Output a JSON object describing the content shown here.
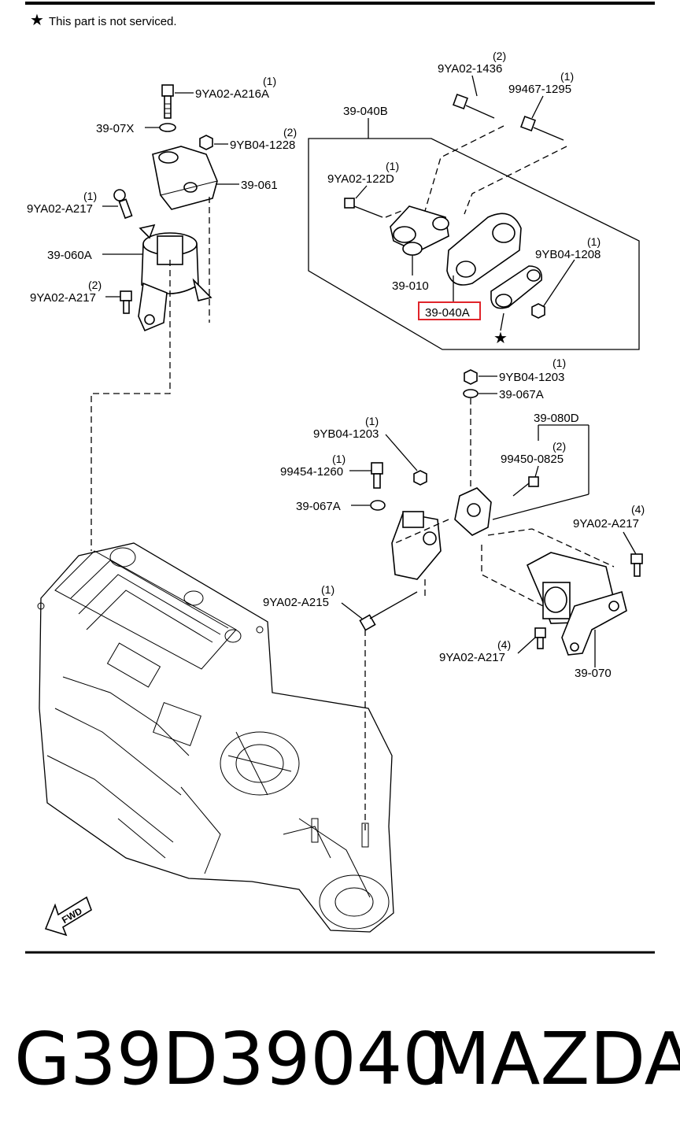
{
  "note": "This part is not serviced.",
  "labels": {
    "p_9ya02_a216a": "9YA02-A216A",
    "p_39_07x": "39-07X",
    "p_9yb04_1228": "9YB04-1228",
    "p_39_061": "39-061",
    "p_9ya02_a217_left": "9YA02-A217",
    "p_39_060a": "39-060A",
    "p_9ya02_a217_left2": "9YA02-A217",
    "p_39_040b": "39-040B",
    "p_9ya02_1436": "9YA02-1436",
    "p_99467_1295": "99467-1295",
    "p_9ya02_122d": "9YA02-122D",
    "p_9yb04_1208": "9YB04-1208",
    "p_39_010": "39-010",
    "p_39_040a": "39-040A",
    "p_9yb04_1203_top": "9YB04-1203",
    "p_39_067a_top": "39-067A",
    "p_39_080d": "39-080D",
    "p_9yb04_1203_mid": "9YB04-1203",
    "p_99450_0825": "99450-0825",
    "p_99454_1260": "99454-1260",
    "p_39_067a_mid": "39-067A",
    "p_9ya02_a217_right": "9YA02-A217",
    "p_9ya02_a215": "9YA02-A215",
    "p_9ya02_a217_bottom": "9YA02-A217",
    "p_39_070": "39-070",
    "fwd": "FWD"
  },
  "qty": {
    "q_216a": "(1)",
    "q_1228": "(2)",
    "q_a217_left": "(1)",
    "q_a217_left2": "(2)",
    "q_1436": "(2)",
    "q_1295": "(1)",
    "q_122d": "(1)",
    "q_1208": "(1)",
    "q_1203_top": "(1)",
    "q_1203_mid": "(1)",
    "q_0825": "(2)",
    "q_1260": "(1)",
    "q_a217_right": "(4)",
    "q_a215": "(1)",
    "q_a217_bottom": "(4)"
  },
  "highlight_color": "#e0242a",
  "caption": {
    "part_number": "G39D39040",
    "brand": "MAZDA"
  }
}
